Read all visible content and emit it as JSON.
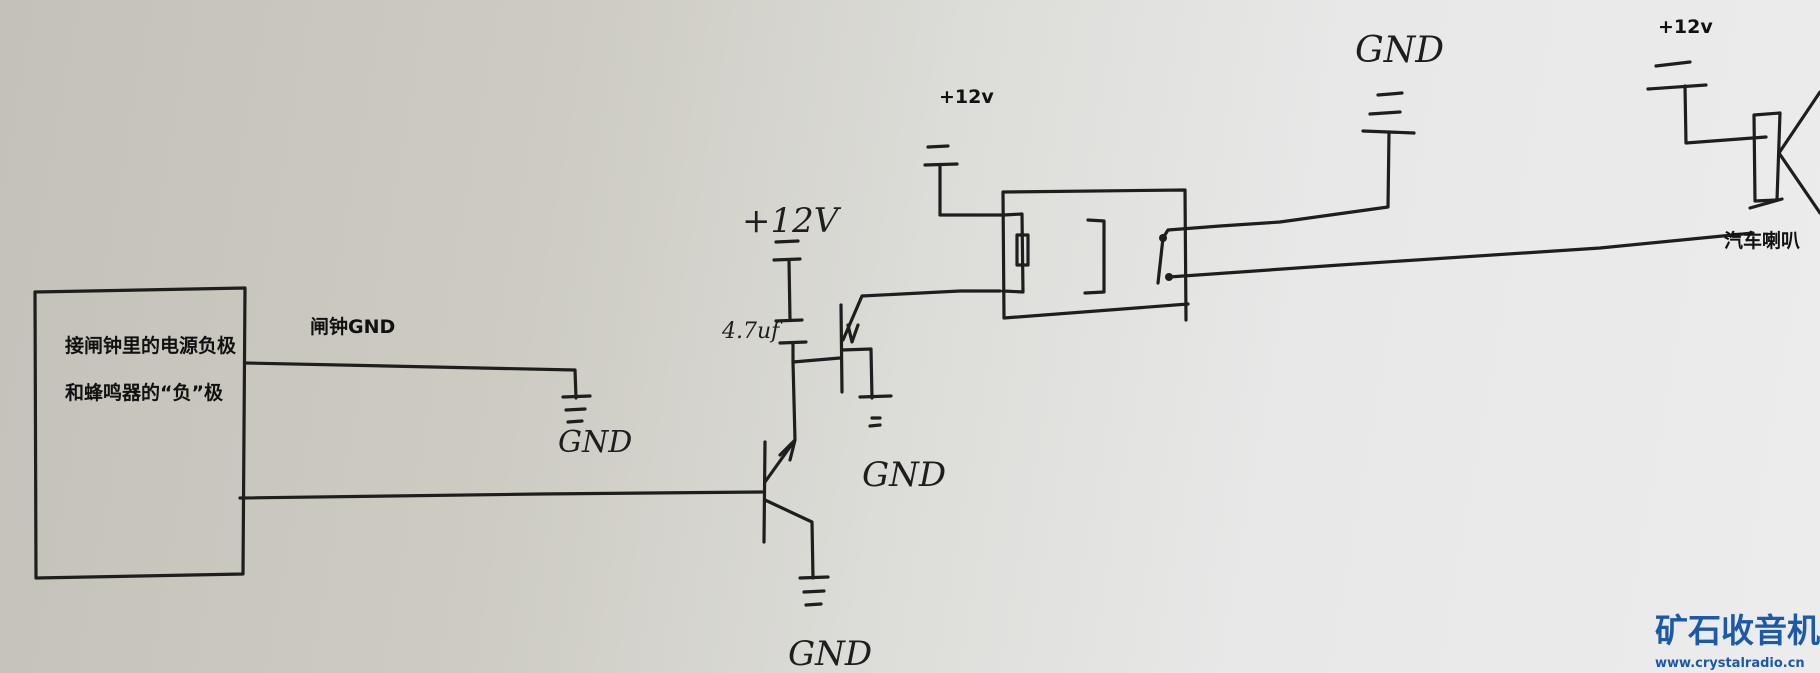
{
  "alarm_box": {
    "line1": "接闸钟里的电源负极",
    "line2": "和蜂鸣器的“负”极"
  },
  "labels": {
    "alarm_gnd": "闸钟GND",
    "gnd_1": "GND",
    "gnd_2": "GND",
    "gnd_3": "GND",
    "gnd_4": "GND",
    "cap_supply": "+12V",
    "cap_value": "4.7uf",
    "relay_supply": "+12v",
    "horn_supply": "+12v",
    "horn": "汽车喇叭"
  },
  "watermark": {
    "title": "矿石收音机",
    "url": "www.crystalradio.cn",
    "color": "#1b5aa8"
  }
}
